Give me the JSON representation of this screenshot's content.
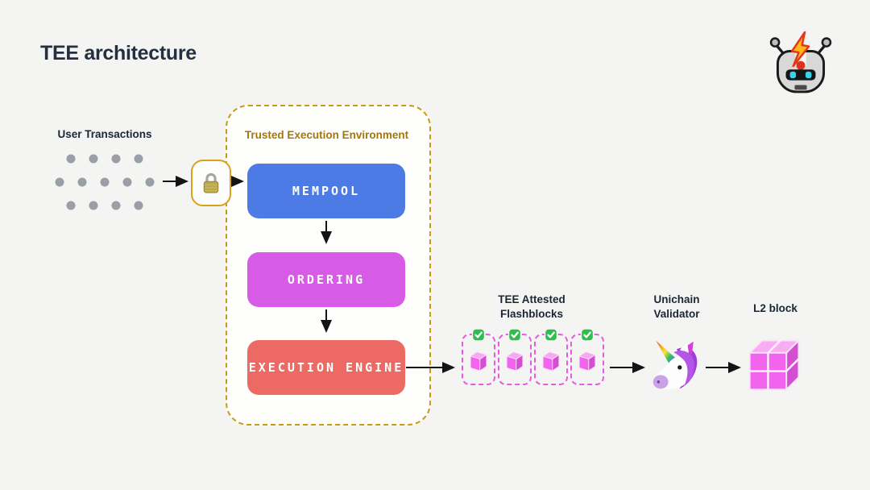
{
  "page": {
    "title": "TEE architecture",
    "background": "#F4F4F2"
  },
  "header": {
    "logo_icon": "robot-lightning-icon"
  },
  "user_transactions": {
    "label": "User Transactions",
    "dot_color": "#999EA7",
    "dot_rows": [
      4,
      5,
      4
    ]
  },
  "encryption": {
    "icon": "lock-icon",
    "badge_border_color": "#D9A21B"
  },
  "tee": {
    "label": "Trusted Execution Environment",
    "label_color": "#A4770A",
    "border_color": "#C89B12",
    "nodes": [
      {
        "label": "MEMPOOL",
        "color": "#4C7BE6"
      },
      {
        "label": "ORDERING",
        "color": "#D85BE6"
      },
      {
        "label": "EXECUTION ENGINE",
        "color": "#EC6A63"
      }
    ]
  },
  "flashblocks": {
    "label_line1": "TEE Attested",
    "label_line2": "Flashblocks",
    "count": 4,
    "border_color": "#E65BDF",
    "check_icon": "check-badge-icon",
    "check_color": "#2FBE4D",
    "cube_icon": "pink-cube-icon",
    "cube_colors": {
      "top": "#F6A9F2",
      "front": "#F263EE",
      "right": "#D44ED1"
    }
  },
  "validator": {
    "label_line1": "Unichain",
    "label_line2": "Validator",
    "icon": "unicorn-icon"
  },
  "l2_block": {
    "label": "L2 block",
    "icon": "block-cube-icon"
  },
  "arrow_color": "#141414"
}
